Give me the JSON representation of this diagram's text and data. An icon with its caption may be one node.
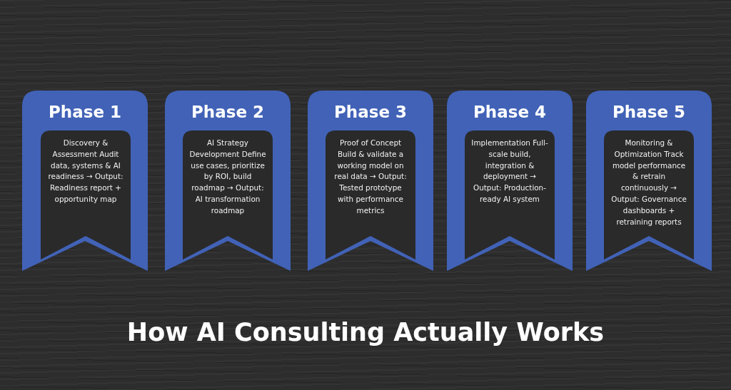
{
  "diagram": {
    "title": "How AI Consulting Actually Works",
    "nodes": [
      {
        "text": [
          "Phase 1"
        ]
      },
      {
        "text": [
          "Discovery & Assessment Audit data, systems & AI readiness → Output: Readiness report + opportunity map"
        ],
        "in": 0
      },
      {
        "text": [
          "Phase 2"
        ]
      },
      {
        "text": [
          "AI Strategy Development Define use cases, prioritize by ROI, build roadmap → Output: AI transformation roadmap"
        ],
        "in": 2
      },
      {
        "text": [
          "Phase 3"
        ]
      },
      {
        "text": [
          "Proof of Concept Build & validate a working model on real data → Output: Tested prototype with performance metrics"
        ],
        "in": 4
      },
      {
        "text": [
          "Phase 4"
        ]
      },
      {
        "text": [
          "Implementation Full-scale build, integration & deployment → Output: Production-ready AI system"
        ],
        "in": 6
      },
      {
        "text": [
          "Phase 5"
        ]
      },
      {
        "text": [
          "Monitoring & Optimization Track model performance & retrain continuously → Output: Governance dashboards + retraining reports"
        ],
        "in": 8
      }
    ]
  }
}
